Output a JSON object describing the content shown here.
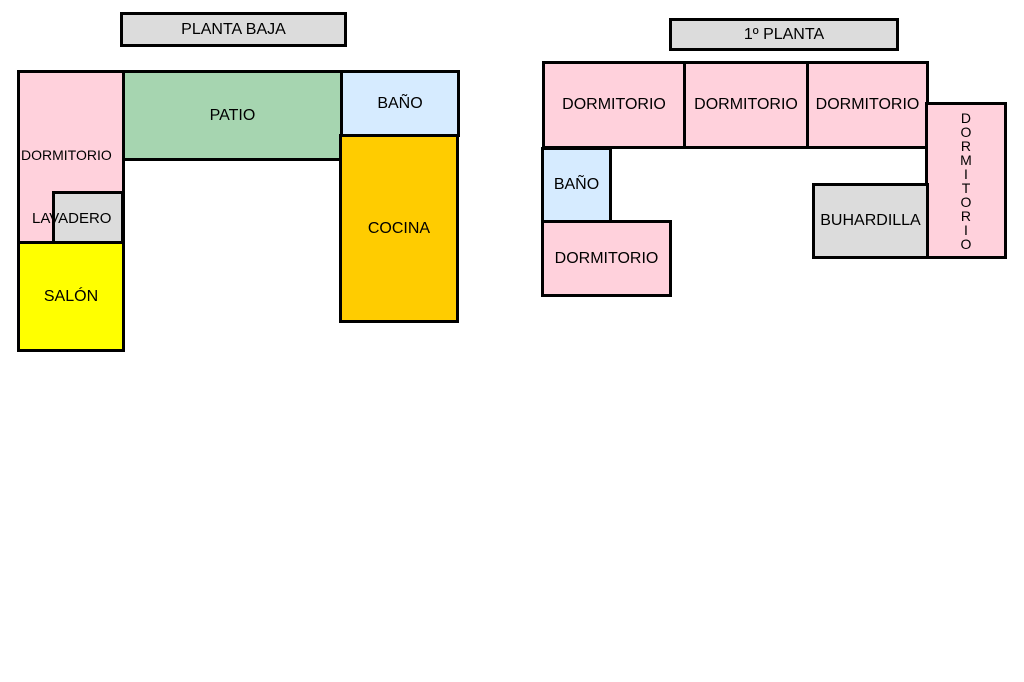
{
  "ground_floor": {
    "title": "PLANTA BAJA",
    "rooms": {
      "dormitorio": "DORMITORIO",
      "patio": "PATIO",
      "bano": "BAÑO",
      "cocina": "COCINA",
      "lavadero": "LAVADERO",
      "salon": "SALÓN"
    }
  },
  "first_floor": {
    "title": "1º PLANTA",
    "rooms": {
      "dormitorio_1": "DORMITORIO",
      "dormitorio_2": "DORMITORIO",
      "dormitorio_3": "DORMITORIO",
      "dormitorio_vertical": "DORMITORIO",
      "bano": "BAÑO",
      "dormitorio_4": "DORMITORIO",
      "buhardilla": "BUHARDILLA"
    }
  }
}
